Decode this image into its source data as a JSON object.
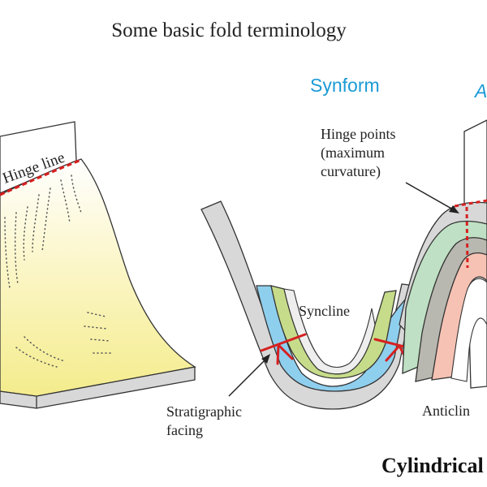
{
  "title": "Some basic fold terminology",
  "labels": {
    "hinge_line": "Hinge line",
    "synform": "Synform",
    "antiform_partial": "A",
    "hinge_points_line1": "Hinge points",
    "hinge_points_line2": "(maximum",
    "hinge_points_line3": "curvature)",
    "syncline": "Syncline",
    "stratigraphic_line1": "Stratigraphic",
    "stratigraphic_line2": "facing",
    "anticline_partial": "Anticlin",
    "cylindrical_partial": "Cylindrical"
  },
  "colors": {
    "synform_label": "#1a9ad6",
    "hinge_dash": "#d62020",
    "facing_mark": "#d62020",
    "layer_gray": "#d8d8d8",
    "layer_blue": "#8fcfee",
    "layer_green": "#c6dc8a",
    "layer_mint": "#bfe0c4",
    "layer_darkgray": "#b8b8b0",
    "layer_pink": "#f6c2b4",
    "yellow_fold": "#f6ef9a"
  }
}
